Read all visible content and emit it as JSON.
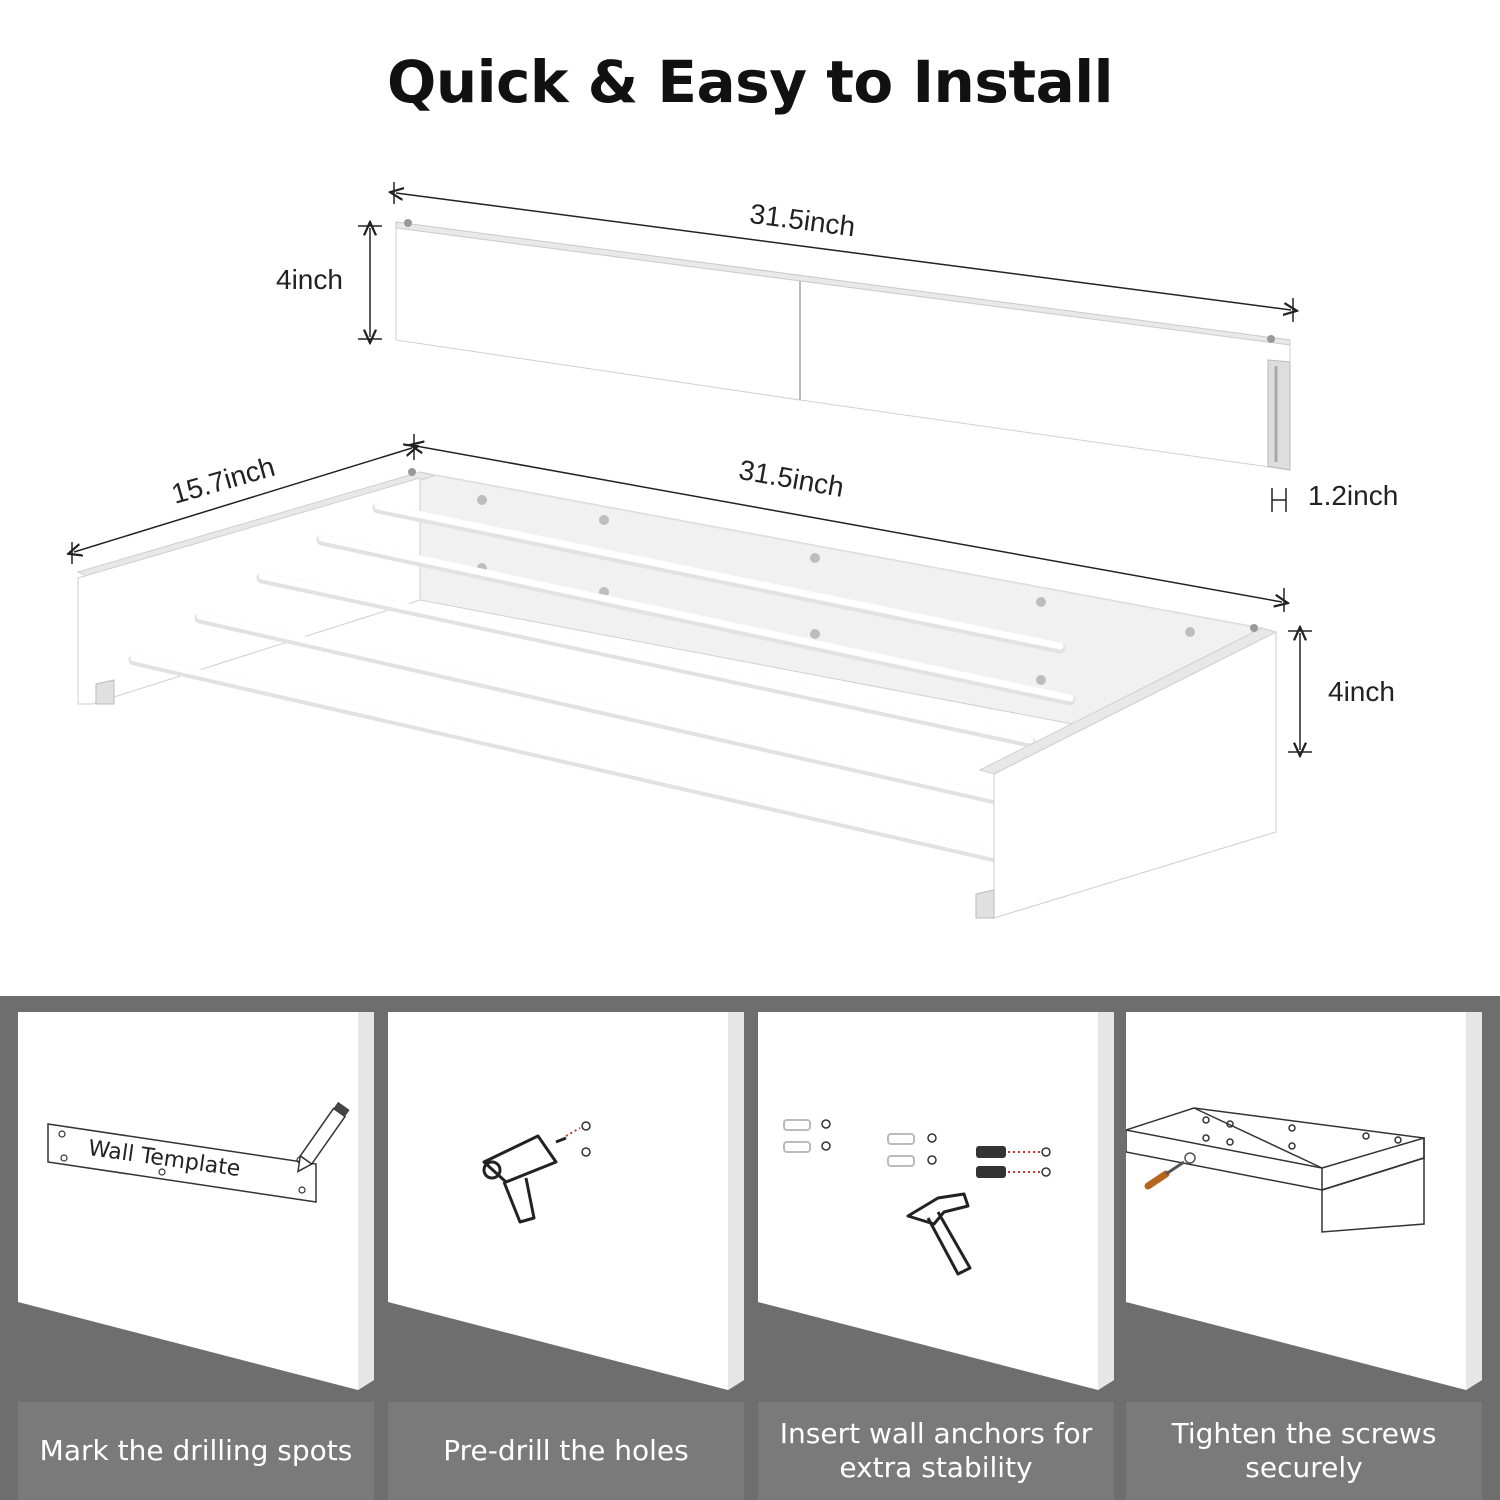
{
  "title": "Quick & Easy to Install",
  "dimensions": {
    "folded_length": "31.5inch",
    "folded_height": "4inch",
    "folded_depth": "1.2inch",
    "open_depth": "15.7inch",
    "open_length": "31.5inch",
    "open_height": "4inch"
  },
  "steps": [
    {
      "caption": "Mark the drilling spots",
      "template_label": "Wall Template"
    },
    {
      "caption": "Pre-drill the holes"
    },
    {
      "caption": "Insert wall anchors for extra stability",
      "caption_lines": [
        "Insert wall anchors for",
        "extra stability"
      ]
    },
    {
      "caption": "Tighten the screws securely",
      "caption_lines": [
        "Tighten the screws",
        "securely"
      ]
    }
  ],
  "colors": {
    "band": "#6e6e6e",
    "caption_bg": "#7a7a7a",
    "caption_text": "#ffffff",
    "dim_line": "#222222",
    "drill_dot": "#d0342c",
    "screwdriver": "#b5651d"
  }
}
